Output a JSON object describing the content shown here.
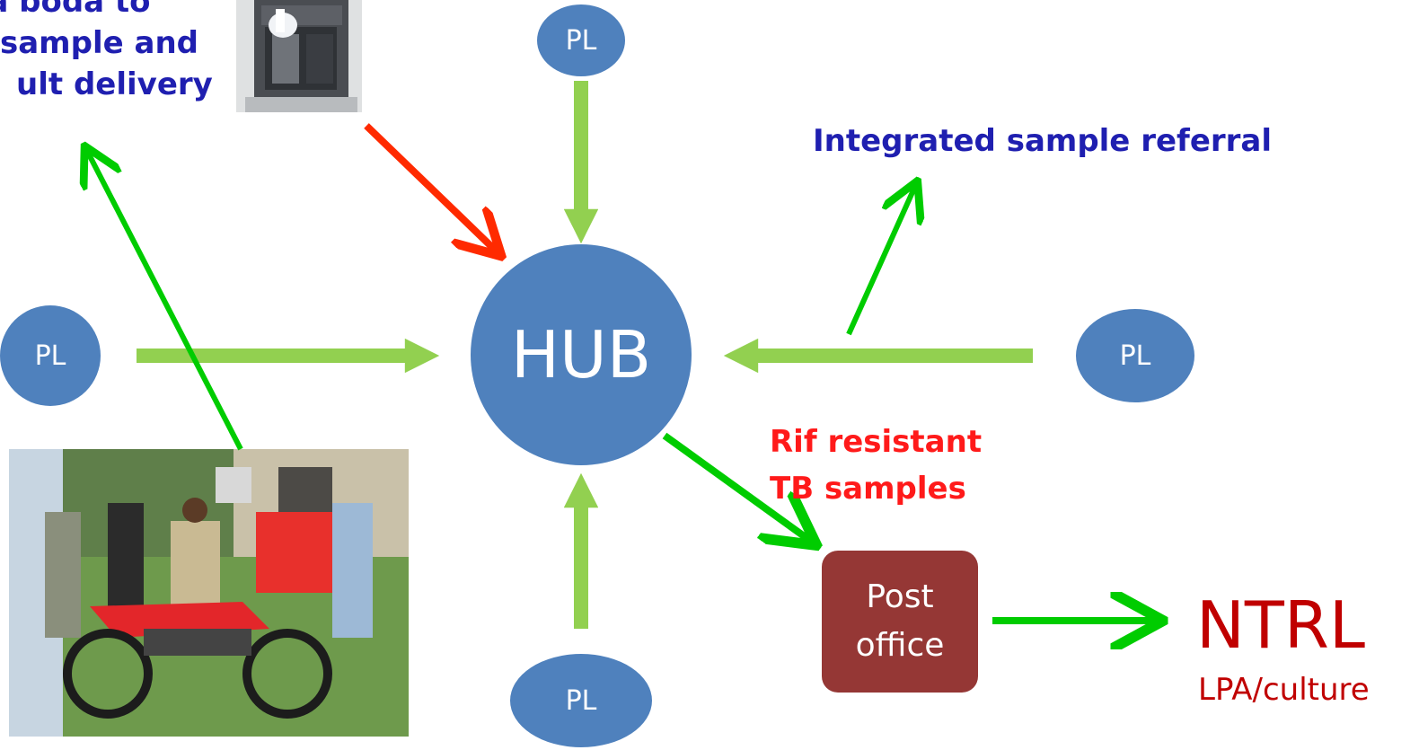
{
  "nodes": {
    "hub": "HUB",
    "pl_top": "PL",
    "pl_left": "PL",
    "pl_right": "PL",
    "pl_bottom": "PL",
    "post_office_line1": "Post",
    "post_office_line2": "office"
  },
  "labels": {
    "boda_line1": "da boda to",
    "boda_line2": "sample and",
    "boda_line3": "ult delivery",
    "integrated": "Integrated sample referral",
    "rif_line1": "Rif resistant",
    "rif_line2": "TB samples",
    "ntrl": "NTRL",
    "ntrl_sub": "LPA/culture"
  },
  "colors": {
    "node_blue": "#4f81bd",
    "post_office": "#953735",
    "arrow_light_green": "#92d050",
    "arrow_green": "#00cc00",
    "arrow_red": "#ff2a00",
    "label_blue": "#1f1fb0",
    "label_red": "#ff1a1a",
    "ntrl_red": "#c00000"
  },
  "images": {
    "top": "genexpert-machine-photo",
    "bottom": "motorcycle-sample-transport-photo"
  }
}
